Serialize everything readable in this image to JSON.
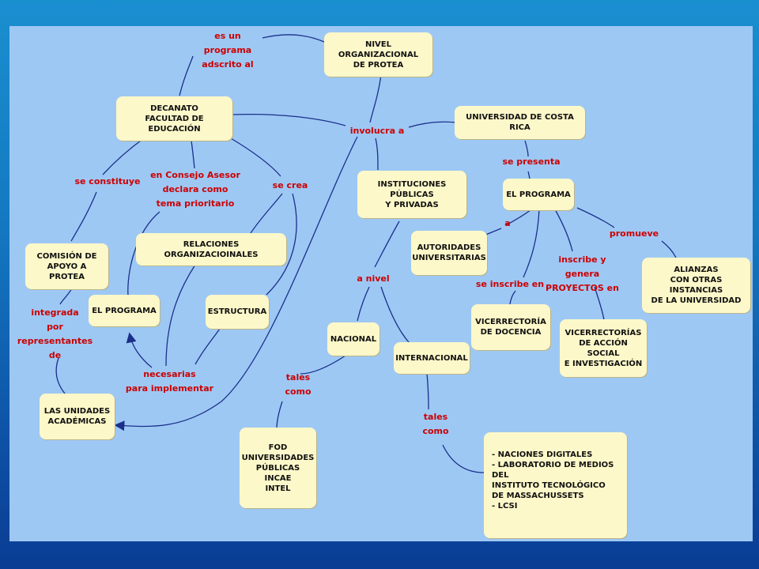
{
  "colors": {
    "node_fill": "#fdf8c9",
    "link_text": "#cc0000",
    "line": "#1a2f8a",
    "canvas": "#9ec8f4"
  },
  "nodes": {
    "nivel": "NIVEL ORGANIZACIONAL\nDE PROTEA",
    "decanato": "DECANATO\nFACULTAD DE EDUCACIÓN",
    "ucr": "UNIVERSIDAD DE COSTA RICA",
    "instituciones": "INSTITUCIONES PÚBLICAS\nY PRIVADAS",
    "programa_right": "EL PROGRAMA",
    "autoridades": "AUTORIDADES\nUNIVERSITARIAS",
    "relaciones": "RELACIONES ORGANIZACIOINALES",
    "comision": "COMISIÓN DE\nAPOYO A PROTEA",
    "alianzas": "ALIANZAS\nCON OTRAS INSTANCIAS\nDE LA UNIVERSIDAD",
    "programa_left": "EL PROGRAMA",
    "estructura": "ESTRUCTURA",
    "vic_docencia": "VICERRECTORÍA\nDE DOCENCIA",
    "nacional": "NACIONAL",
    "internacional": "INTERNACIONAL",
    "vic_accion": "VICERRECTORÍAS\nDE ACCIÓN SOCIAL\nE INVESTIGACIÓN",
    "unidades": "LAS UNIDADES\nACADÉMICAS",
    "fod": "FOD\nUNIVERSIDADES\nPÚBLICAS\nINCAE\nINTEL",
    "lista": "- NACIONES DIGITALES\n-   LABORATORIO DE MEDIOS DEL\n    INSTITUTO TECNOLÓGICO\n    DE MASSACHUSSETS\n-   LCSI"
  },
  "links": {
    "adscrito": "es un programa\nadscrito al",
    "involucra": "involucra a",
    "se_constituye": "se constituye",
    "consejo": "en Consejo Asesor\ndeclara como\ntema prioritario",
    "se_crea": "se crea",
    "se_presenta": "se presenta",
    "a": "a",
    "promueve": "promueve",
    "inscribe_genera": "inscribe y genera\nPROYECTOS en",
    "se_inscribe": "se inscribe en",
    "a_nivel": "a nivel",
    "integrada": "integrada\npor representantes\nde",
    "necesarias": "necesarias\npara implementar",
    "tales_1": "tales\ncomo",
    "tales_2": "tales\ncomo"
  }
}
